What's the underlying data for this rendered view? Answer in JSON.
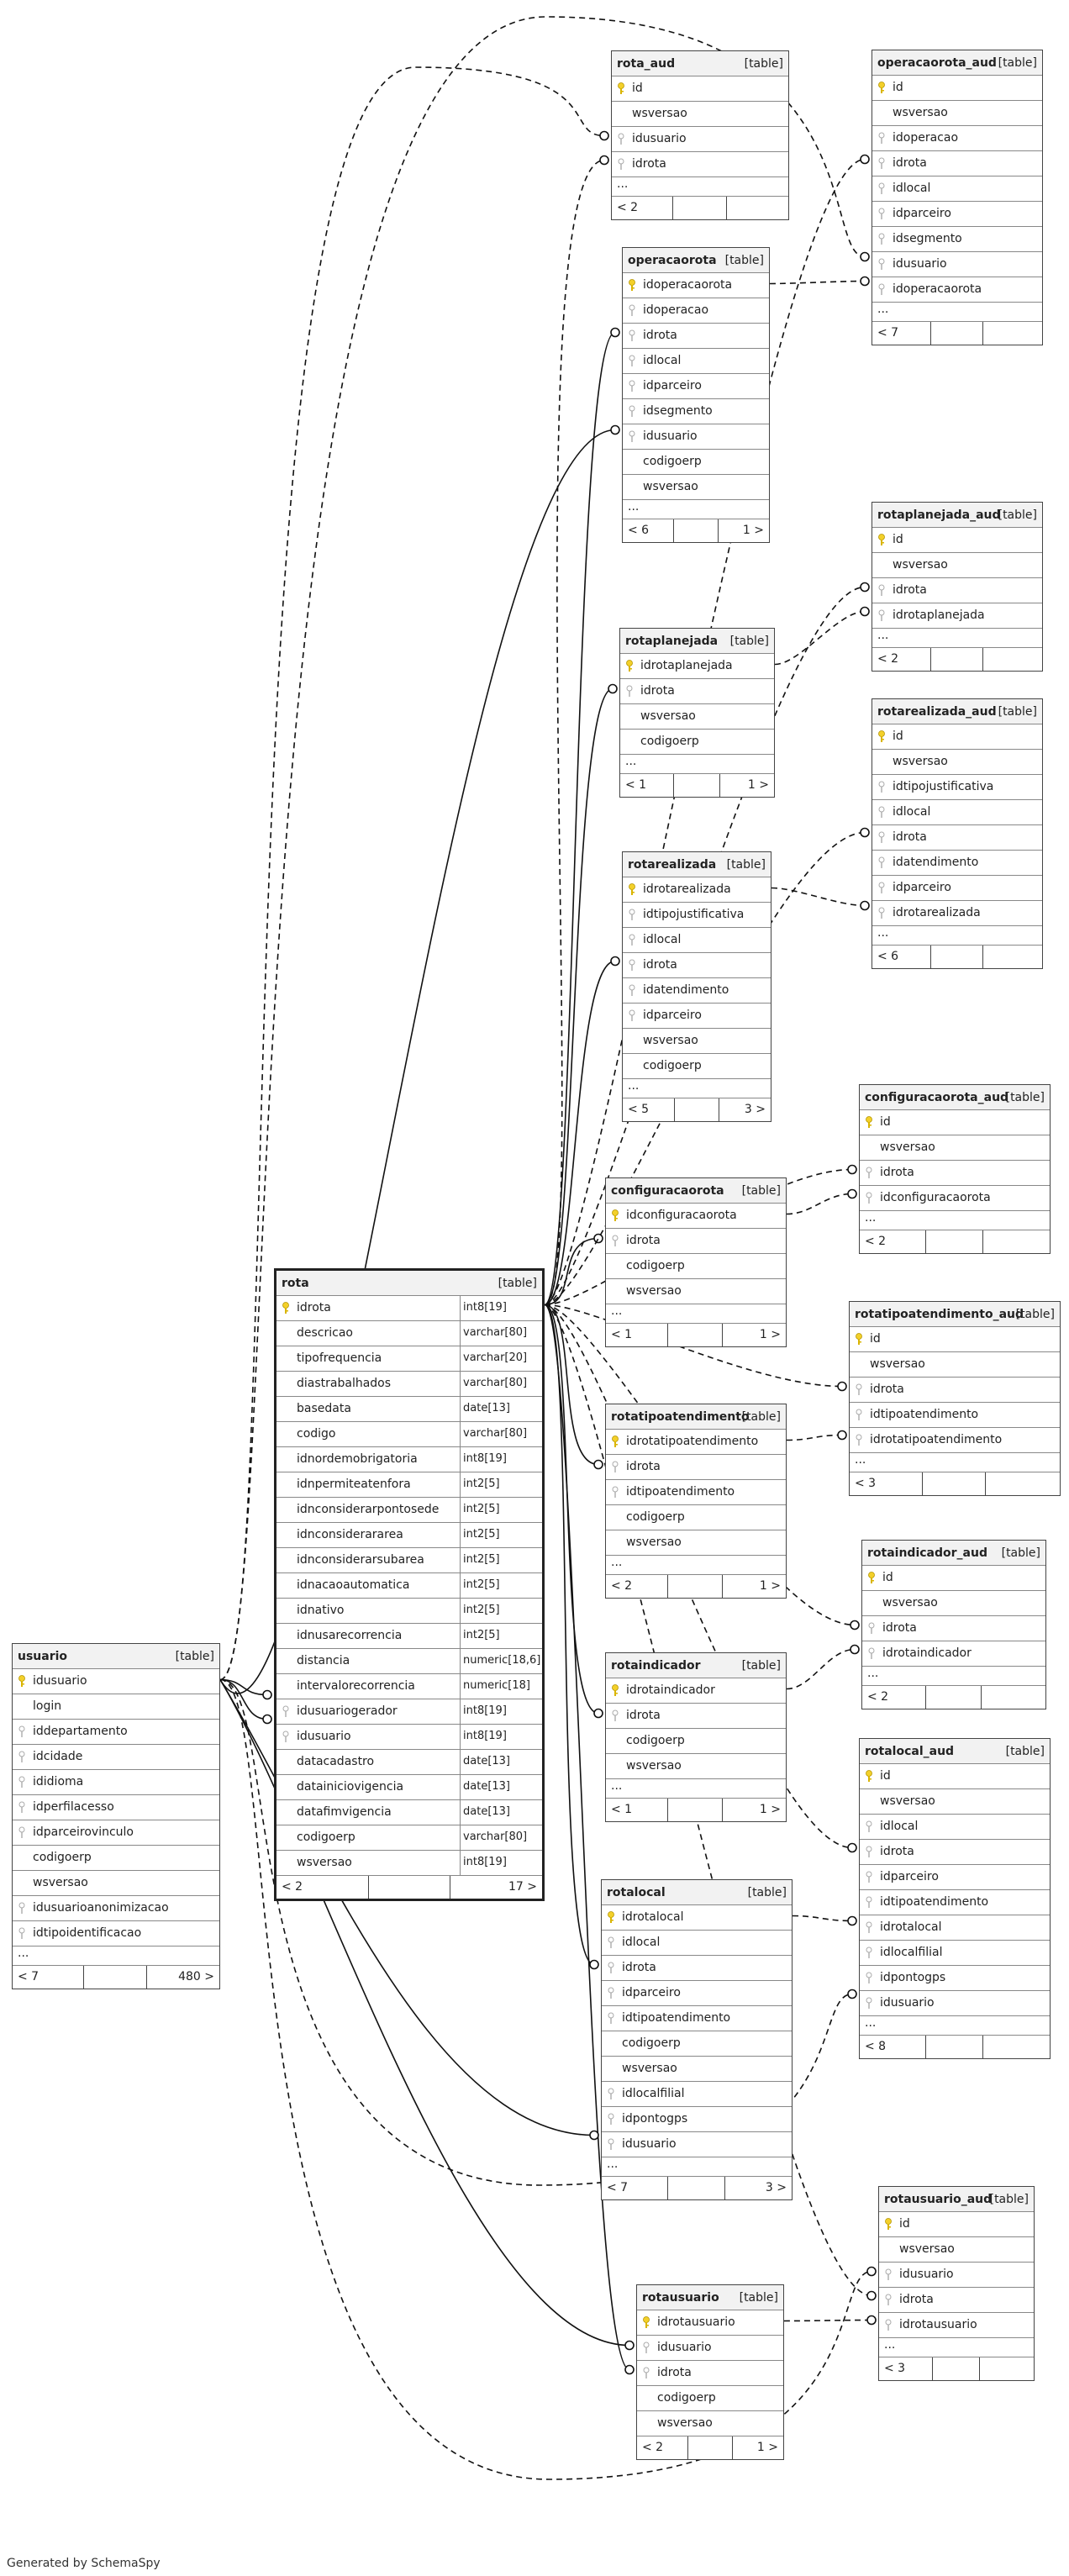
{
  "credit": "Generated by SchemaSpy",
  "table_type": "[table]",
  "more": "...",
  "tables": [
    {
      "key": "rota_aud",
      "name": "rota_aud",
      "main": false,
      "cols": [
        {
          "n": "id",
          "k": "pk"
        },
        {
          "n": "wsversao",
          "k": ""
        },
        {
          "n": "idusuario",
          "k": "fk"
        },
        {
          "n": "idrota",
          "k": "fk"
        }
      ],
      "more": true,
      "fl": "< 2",
      "fr": ""
    },
    {
      "key": "operacaorota_aud",
      "name": "operacaorota_aud",
      "main": false,
      "cols": [
        {
          "n": "id",
          "k": "pk"
        },
        {
          "n": "wsversao",
          "k": ""
        },
        {
          "n": "idoperacao",
          "k": "fk"
        },
        {
          "n": "idrota",
          "k": "fk"
        },
        {
          "n": "idlocal",
          "k": "fk"
        },
        {
          "n": "idparceiro",
          "k": "fk"
        },
        {
          "n": "idsegmento",
          "k": "fk"
        },
        {
          "n": "idusuario",
          "k": "fk"
        },
        {
          "n": "idoperacaorota",
          "k": "fk"
        }
      ],
      "more": true,
      "fl": "< 7",
      "fr": ""
    },
    {
      "key": "operacaorota",
      "name": "operacaorota",
      "main": false,
      "cols": [
        {
          "n": "idoperacaorota",
          "k": "pk"
        },
        {
          "n": "idoperacao",
          "k": "fk"
        },
        {
          "n": "idrota",
          "k": "fk"
        },
        {
          "n": "idlocal",
          "k": "fk"
        },
        {
          "n": "idparceiro",
          "k": "fk"
        },
        {
          "n": "idsegmento",
          "k": "fk"
        },
        {
          "n": "idusuario",
          "k": "fk"
        },
        {
          "n": "codigoerp",
          "k": ""
        },
        {
          "n": "wsversao",
          "k": ""
        }
      ],
      "more": true,
      "fl": "< 6",
      "fr": "1 >"
    },
    {
      "key": "rotaplanejada_aud",
      "name": "rotaplanejada_aud",
      "main": false,
      "cols": [
        {
          "n": "id",
          "k": "pk"
        },
        {
          "n": "wsversao",
          "k": ""
        },
        {
          "n": "idrota",
          "k": "fk"
        },
        {
          "n": "idrotaplanejada",
          "k": "fk"
        }
      ],
      "more": true,
      "fl": "< 2",
      "fr": ""
    },
    {
      "key": "rotaplanejada",
      "name": "rotaplanejada",
      "main": false,
      "cols": [
        {
          "n": "idrotaplanejada",
          "k": "pk"
        },
        {
          "n": "idrota",
          "k": "fk"
        },
        {
          "n": "wsversao",
          "k": ""
        },
        {
          "n": "codigoerp",
          "k": ""
        }
      ],
      "more": true,
      "fl": "< 1",
      "fr": "1 >"
    },
    {
      "key": "rotarealizada_aud",
      "name": "rotarealizada_aud",
      "main": false,
      "cols": [
        {
          "n": "id",
          "k": "pk"
        },
        {
          "n": "wsversao",
          "k": ""
        },
        {
          "n": "idtipojustificativa",
          "k": "fk"
        },
        {
          "n": "idlocal",
          "k": "fk"
        },
        {
          "n": "idrota",
          "k": "fk"
        },
        {
          "n": "idatendimento",
          "k": "fk"
        },
        {
          "n": "idparceiro",
          "k": "fk"
        },
        {
          "n": "idrotarealizada",
          "k": "fk"
        }
      ],
      "more": true,
      "fl": "< 6",
      "fr": ""
    },
    {
      "key": "rotarealizada",
      "name": "rotarealizada",
      "main": false,
      "cols": [
        {
          "n": "idrotarealizada",
          "k": "pk"
        },
        {
          "n": "idtipojustificativa",
          "k": "fk"
        },
        {
          "n": "idlocal",
          "k": "fk"
        },
        {
          "n": "idrota",
          "k": "fk"
        },
        {
          "n": "idatendimento",
          "k": "fk"
        },
        {
          "n": "idparceiro",
          "k": "fk"
        },
        {
          "n": "wsversao",
          "k": ""
        },
        {
          "n": "codigoerp",
          "k": ""
        }
      ],
      "more": true,
      "fl": "< 5",
      "fr": "3 >"
    },
    {
      "key": "configuracaorota_aud",
      "name": "configuracaorota_aud",
      "main": false,
      "cols": [
        {
          "n": "id",
          "k": "pk"
        },
        {
          "n": "wsversao",
          "k": ""
        },
        {
          "n": "idrota",
          "k": "fk"
        },
        {
          "n": "idconfiguracaorota",
          "k": "fk"
        }
      ],
      "more": true,
      "fl": "< 2",
      "fr": ""
    },
    {
      "key": "configuracaorota",
      "name": "configuracaorota",
      "main": false,
      "cols": [
        {
          "n": "idconfiguracaorota",
          "k": "pk"
        },
        {
          "n": "idrota",
          "k": "fk"
        },
        {
          "n": "codigoerp",
          "k": ""
        },
        {
          "n": "wsversao",
          "k": ""
        }
      ],
      "more": true,
      "fl": "< 1",
      "fr": "1 >"
    },
    {
      "key": "rotatipoatendimento_aud",
      "name": "rotatipoatendimento_aud",
      "main": false,
      "cols": [
        {
          "n": "id",
          "k": "pk"
        },
        {
          "n": "wsversao",
          "k": ""
        },
        {
          "n": "idrota",
          "k": "fk"
        },
        {
          "n": "idtipoatendimento",
          "k": "fk"
        },
        {
          "n": "idrotatipoatendimento",
          "k": "fk"
        }
      ],
      "more": true,
      "fl": "< 3",
      "fr": ""
    },
    {
      "key": "rotatipoatendimento",
      "name": "rotatipoatendimento",
      "main": false,
      "cols": [
        {
          "n": "idrotatipoatendimento",
          "k": "pk"
        },
        {
          "n": "idrota",
          "k": "fk"
        },
        {
          "n": "idtipoatendimento",
          "k": "fk"
        },
        {
          "n": "codigoerp",
          "k": ""
        },
        {
          "n": "wsversao",
          "k": ""
        }
      ],
      "more": true,
      "fl": "< 2",
      "fr": "1 >"
    },
    {
      "key": "rotaindicador_aud",
      "name": "rotaindicador_aud",
      "main": false,
      "cols": [
        {
          "n": "id",
          "k": "pk"
        },
        {
          "n": "wsversao",
          "k": ""
        },
        {
          "n": "idrota",
          "k": "fk"
        },
        {
          "n": "idrotaindicador",
          "k": "fk"
        }
      ],
      "more": true,
      "fl": "< 2",
      "fr": ""
    },
    {
      "key": "rotaindicador",
      "name": "rotaindicador",
      "main": false,
      "cols": [
        {
          "n": "idrotaindicador",
          "k": "pk"
        },
        {
          "n": "idrota",
          "k": "fk"
        },
        {
          "n": "codigoerp",
          "k": ""
        },
        {
          "n": "wsversao",
          "k": ""
        }
      ],
      "more": true,
      "fl": "< 1",
      "fr": "1 >"
    },
    {
      "key": "rotalocal_aud",
      "name": "rotalocal_aud",
      "main": false,
      "cols": [
        {
          "n": "id",
          "k": "pk"
        },
        {
          "n": "wsversao",
          "k": ""
        },
        {
          "n": "idlocal",
          "k": "fk"
        },
        {
          "n": "idrota",
          "k": "fk"
        },
        {
          "n": "idparceiro",
          "k": "fk"
        },
        {
          "n": "idtipoatendimento",
          "k": "fk"
        },
        {
          "n": "idrotalocal",
          "k": "fk"
        },
        {
          "n": "idlocalfilial",
          "k": "fk"
        },
        {
          "n": "idpontogps",
          "k": "fk"
        },
        {
          "n": "idusuario",
          "k": "fk"
        }
      ],
      "more": true,
      "fl": "< 8",
      "fr": ""
    },
    {
      "key": "rotalocal",
      "name": "rotalocal",
      "main": false,
      "cols": [
        {
          "n": "idrotalocal",
          "k": "pk"
        },
        {
          "n": "idlocal",
          "k": "fk"
        },
        {
          "n": "idrota",
          "k": "fk"
        },
        {
          "n": "idparceiro",
          "k": "fk"
        },
        {
          "n": "idtipoatendimento",
          "k": "fk"
        },
        {
          "n": "codigoerp",
          "k": ""
        },
        {
          "n": "wsversao",
          "k": ""
        },
        {
          "n": "idlocalfilial",
          "k": "fk"
        },
        {
          "n": "idpontogps",
          "k": "fk"
        },
        {
          "n": "idusuario",
          "k": "fk"
        }
      ],
      "more": true,
      "fl": "< 7",
      "fr": "3 >"
    },
    {
      "key": "rotausuario_aud",
      "name": "rotausuario_aud",
      "main": false,
      "cols": [
        {
          "n": "id",
          "k": "pk"
        },
        {
          "n": "wsversao",
          "k": ""
        },
        {
          "n": "idusuario",
          "k": "fk"
        },
        {
          "n": "idrota",
          "k": "fk"
        },
        {
          "n": "idrotausuario",
          "k": "fk"
        }
      ],
      "more": true,
      "fl": "< 3",
      "fr": ""
    },
    {
      "key": "rotausuario",
      "name": "rotausuario",
      "main": false,
      "cols": [
        {
          "n": "idrotausuario",
          "k": "pk"
        },
        {
          "n": "idusuario",
          "k": "fk"
        },
        {
          "n": "idrota",
          "k": "fk"
        },
        {
          "n": "codigoerp",
          "k": ""
        },
        {
          "n": "wsversao",
          "k": ""
        }
      ],
      "more": false,
      "fl": "< 2",
      "fr": "1 >"
    },
    {
      "key": "rota",
      "name": "rota",
      "main": true,
      "cols": [
        {
          "n": "idrota",
          "k": "pk",
          "t": "int8[19]"
        },
        {
          "n": "descricao",
          "k": "",
          "t": "varchar[80]"
        },
        {
          "n": "tipofrequencia",
          "k": "",
          "t": "varchar[20]"
        },
        {
          "n": "diastrabalhados",
          "k": "",
          "t": "varchar[80]"
        },
        {
          "n": "basedata",
          "k": "",
          "t": "date[13]"
        },
        {
          "n": "codigo",
          "k": "",
          "t": "varchar[80]"
        },
        {
          "n": "idnordemobrigatoria",
          "k": "",
          "t": "int8[19]"
        },
        {
          "n": "idnpermiteatenfora",
          "k": "",
          "t": "int2[5]"
        },
        {
          "n": "idnconsiderarpontosede",
          "k": "",
          "t": "int2[5]"
        },
        {
          "n": "idnconsiderararea",
          "k": "",
          "t": "int2[5]"
        },
        {
          "n": "idnconsiderarsubarea",
          "k": "",
          "t": "int2[5]"
        },
        {
          "n": "idnacaoautomatica",
          "k": "",
          "t": "int2[5]"
        },
        {
          "n": "idnativo",
          "k": "",
          "t": "int2[5]"
        },
        {
          "n": "idnusarecorrencia",
          "k": "",
          "t": "int2[5]"
        },
        {
          "n": "distancia",
          "k": "",
          "t": "numeric[18,6]"
        },
        {
          "n": "intervalorecorrencia",
          "k": "",
          "t": "numeric[18]"
        },
        {
          "n": "idusuariogerador",
          "k": "fk",
          "t": "int8[19]"
        },
        {
          "n": "idusuario",
          "k": "fk",
          "t": "int8[19]"
        },
        {
          "n": "datacadastro",
          "k": "",
          "t": "date[13]"
        },
        {
          "n": "datainiciovigencia",
          "k": "",
          "t": "date[13]"
        },
        {
          "n": "datafimvigencia",
          "k": "",
          "t": "date[13]"
        },
        {
          "n": "codigoerp",
          "k": "",
          "t": "varchar[80]"
        },
        {
          "n": "wsversao",
          "k": "",
          "t": "int8[19]"
        }
      ],
      "more": false,
      "fl": "< 2",
      "fr": "17 >"
    },
    {
      "key": "usuario",
      "name": "usuario",
      "main": false,
      "cols": [
        {
          "n": "idusuario",
          "k": "pk"
        },
        {
          "n": "login",
          "k": ""
        },
        {
          "n": "iddepartamento",
          "k": "fk"
        },
        {
          "n": "idcidade",
          "k": "fk"
        },
        {
          "n": "ididioma",
          "k": "fk"
        },
        {
          "n": "idperfilacesso",
          "k": "fk"
        },
        {
          "n": "idparceirovinculo",
          "k": "fk"
        },
        {
          "n": "codigoerp",
          "k": ""
        },
        {
          "n": "wsversao",
          "k": ""
        },
        {
          "n": "idusuarioanonimizacao",
          "k": "fk"
        },
        {
          "n": "idtipoidentificacao",
          "k": "fk"
        }
      ],
      "more": true,
      "fl": "< 7",
      "fr": "480 >"
    }
  ]
}
